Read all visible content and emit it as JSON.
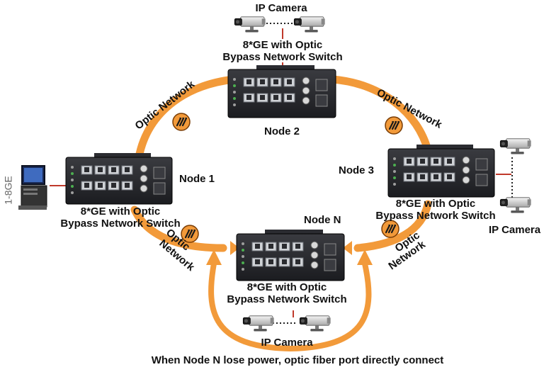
{
  "labels": {
    "ip_camera": "IP Camera",
    "switch_line1": "8*GE with Optic",
    "switch_line2": "Bypass Network Switch",
    "optic_network": "Optic Network",
    "optic": "Optic",
    "network": "Network",
    "pc_ports": "1-8GE",
    "footer": "When Node N lose power, optic fiber port directly connect"
  },
  "nodes": [
    {
      "id": "node-1",
      "name": "Node 1"
    },
    {
      "id": "node-2",
      "name": "Node 2"
    },
    {
      "id": "node-3",
      "name": "Node 3"
    },
    {
      "id": "node-n",
      "name": "Node N"
    }
  ],
  "colors": {
    "ring": "#f29a3a",
    "ring_dark": "#e07e1c",
    "switch_body": "#1c1d21",
    "switch_top": "#2b2c31",
    "link_red": "#c0392b",
    "text": "#111111"
  },
  "icons": [
    "ip-camera-icon",
    "switch-icon",
    "pc-icon",
    "fiber-badge-icon",
    "arrow-up-icon"
  ]
}
